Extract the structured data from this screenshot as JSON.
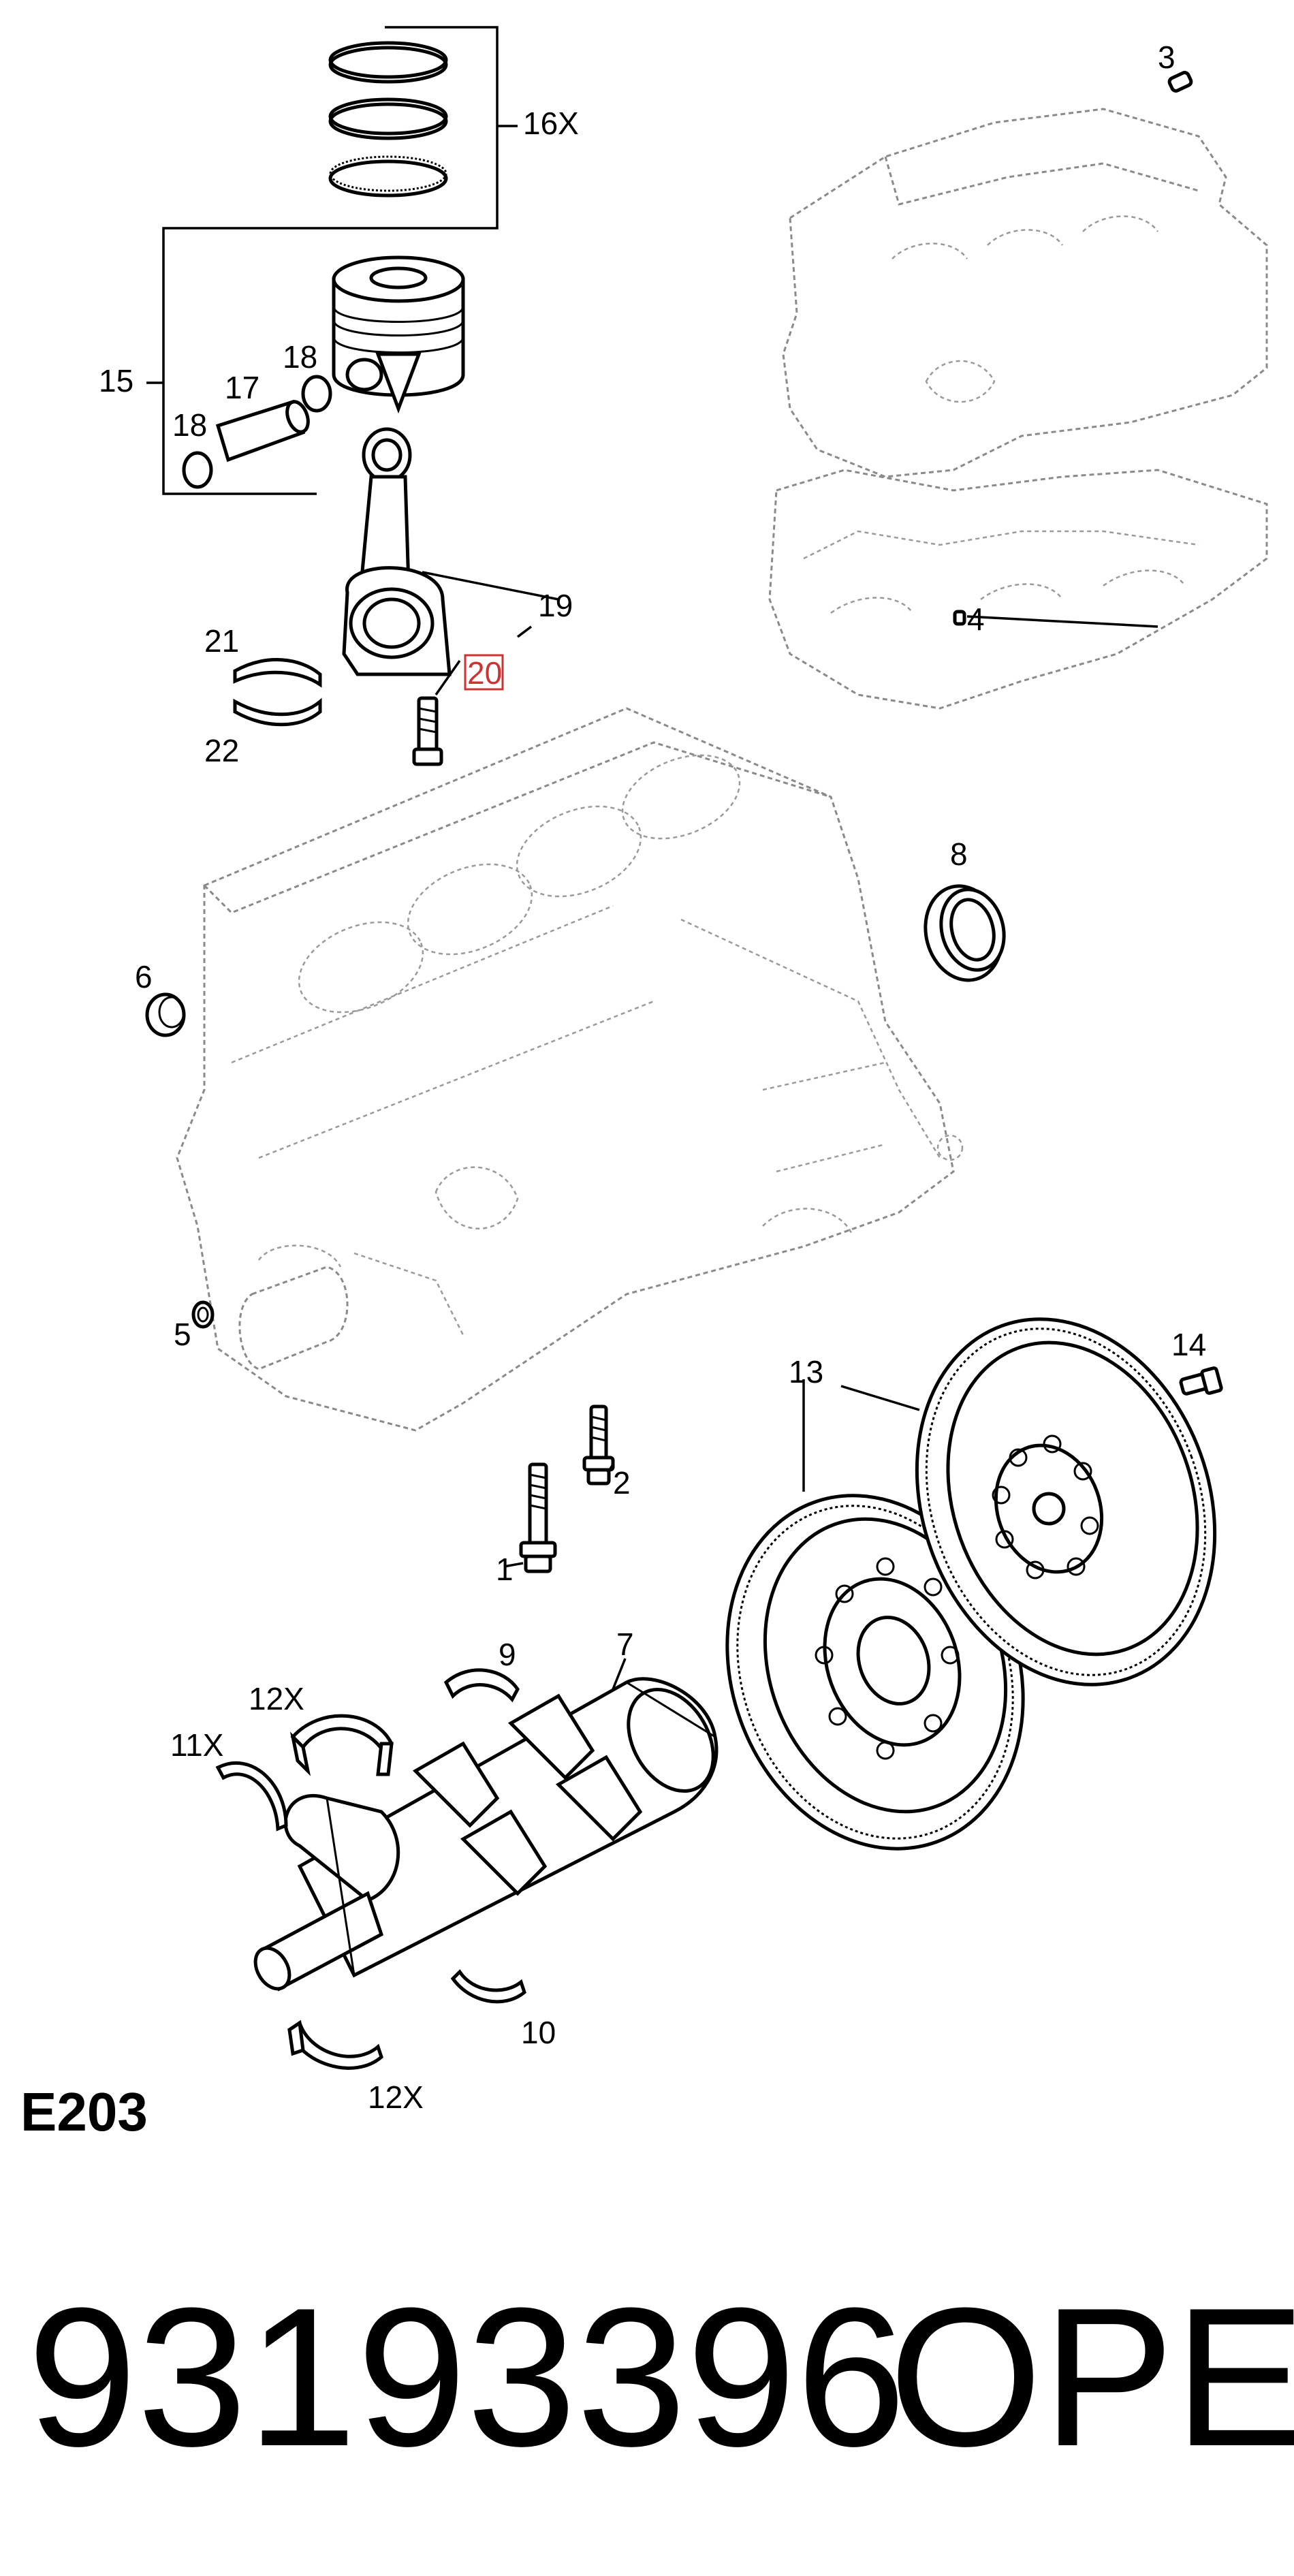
{
  "diagram": {
    "callouts": [
      {
        "id": "c3",
        "text": "3"
      },
      {
        "id": "c16x",
        "text": "16X"
      },
      {
        "id": "c15",
        "text": "15"
      },
      {
        "id": "c17",
        "text": "17"
      },
      {
        "id": "c18a",
        "text": "18"
      },
      {
        "id": "c18b",
        "text": "18"
      },
      {
        "id": "c4",
        "text": "4"
      },
      {
        "id": "c19",
        "text": "19"
      },
      {
        "id": "c20",
        "text": "20"
      },
      {
        "id": "c21",
        "text": "21"
      },
      {
        "id": "c22",
        "text": "22"
      },
      {
        "id": "c8",
        "text": "8"
      },
      {
        "id": "c6",
        "text": "6"
      },
      {
        "id": "c5",
        "text": "5"
      },
      {
        "id": "c14",
        "text": "14"
      },
      {
        "id": "c13",
        "text": "13"
      },
      {
        "id": "c2",
        "text": "2"
      },
      {
        "id": "c1",
        "text": "1"
      },
      {
        "id": "c7",
        "text": "7"
      },
      {
        "id": "c9",
        "text": "9"
      },
      {
        "id": "c12xa",
        "text": "12X"
      },
      {
        "id": "c11x",
        "text": "11X"
      },
      {
        "id": "c10",
        "text": "10"
      },
      {
        "id": "c12xb",
        "text": "12X"
      }
    ],
    "highlight_color": "#cc3333",
    "diagram_code": "E203"
  },
  "footer": {
    "part_number": "93193396",
    "brand": "OPEL"
  }
}
